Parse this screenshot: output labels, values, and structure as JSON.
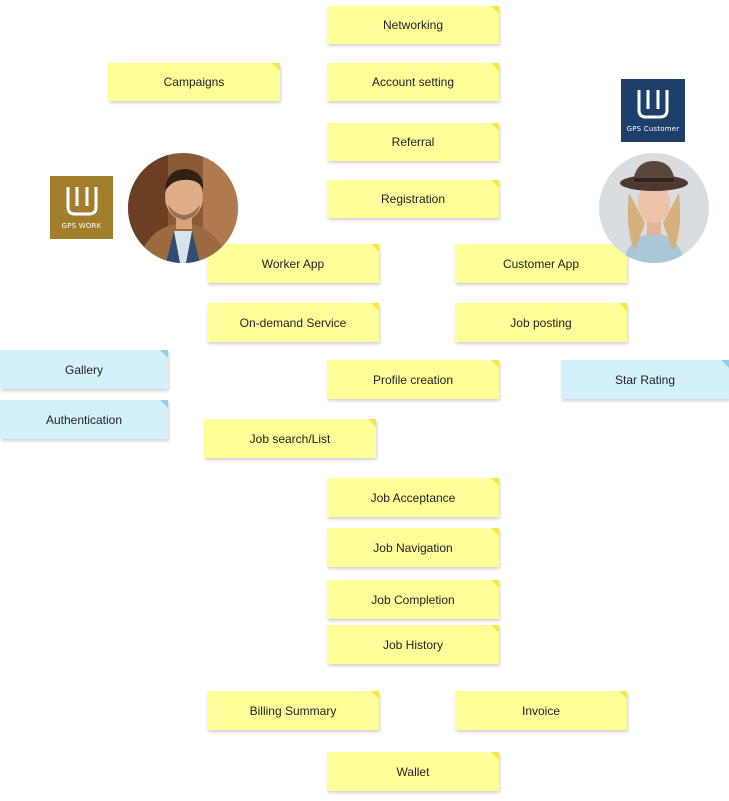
{
  "brands": {
    "worker": {
      "text": "GPS WORK",
      "color": "#a17d2c",
      "icon": "gps-w-logo"
    },
    "customer": {
      "text": "GPS Customer",
      "color": "#1d3f6b",
      "icon": "gps-w-logo"
    }
  },
  "avatars": {
    "worker": "man-avatar",
    "customer": "woman-avatar"
  },
  "colors": {
    "sticky_yellow": "#ffff99",
    "sticky_blue": "#d4f0fb"
  },
  "notes": {
    "networking": "Networking",
    "campaigns": "Campaigns",
    "account_setting": "Account setting",
    "referral": "Referral",
    "registration": "Registration",
    "worker_app": "Worker App",
    "customer_app": "Customer App",
    "on_demand_service": "On-demand Service",
    "job_posting": "Job posting",
    "gallery": "Gallery",
    "profile_creation": "Profile creation",
    "star_rating": "Star Rating",
    "authentication": "Authentication",
    "job_search_list": "Job search/List",
    "job_acceptance": "Job Acceptance",
    "job_navigation": "Job Navigation",
    "job_completion": "Job Completion",
    "job_history": "Job History",
    "billing_summary": "Billing Summary",
    "invoice": "Invoice",
    "wallet": "Wallet"
  }
}
